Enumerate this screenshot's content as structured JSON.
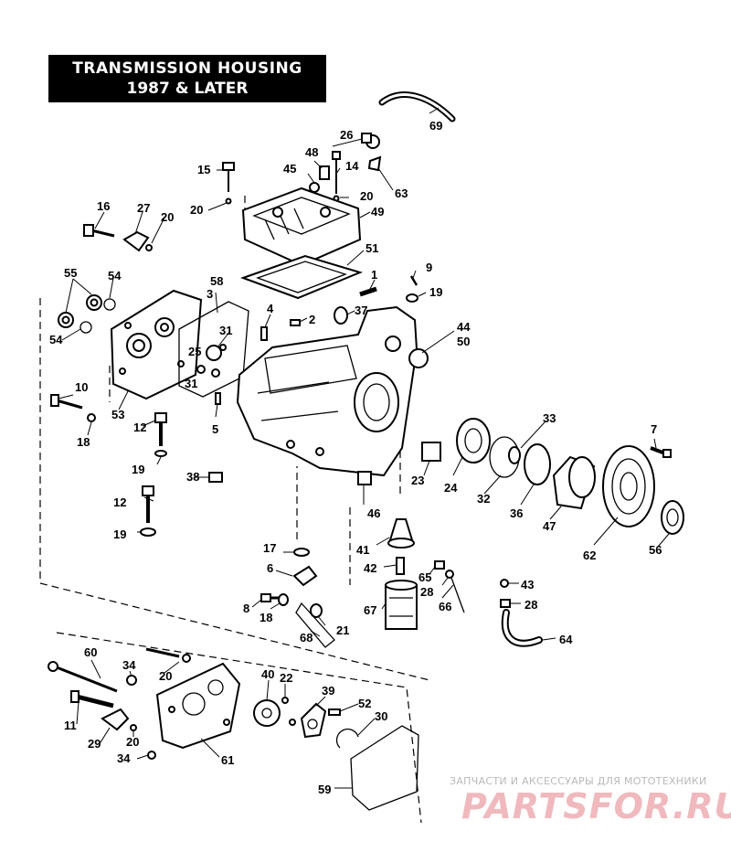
{
  "title": {
    "line1": "TRANSMISSION HOUSING",
    "line2": "1987 & LATER"
  },
  "watermark": {
    "caption": "ЗАПЧАСТИ И АКСЕССУАРЫ ДЛЯ МОТОТЕХНИКИ",
    "logo": "PARTSFOR.RU",
    "logo_color": "#f0b9bd"
  },
  "callouts": [
    "69",
    "26",
    "48",
    "14",
    "45",
    "63",
    "15",
    "20",
    "20",
    "49",
    "16",
    "27",
    "20",
    "51",
    "55",
    "54",
    "58",
    "3",
    "1",
    "9",
    "19",
    "37",
    "2",
    "44",
    "50",
    "4",
    "31",
    "54",
    "25",
    "31",
    "53",
    "10",
    "18",
    "5",
    "12",
    "19",
    "38",
    "33",
    "7",
    "24",
    "23",
    "32",
    "36",
    "47",
    "46",
    "12",
    "19",
    "41",
    "62",
    "56",
    "17",
    "6",
    "42",
    "65",
    "43",
    "28",
    "28",
    "66",
    "67",
    "8",
    "18",
    "21",
    "68",
    "64",
    "60",
    "34",
    "20",
    "40",
    "22",
    "39",
    "52",
    "30",
    "11",
    "29",
    "20",
    "34",
    "61",
    "59"
  ]
}
